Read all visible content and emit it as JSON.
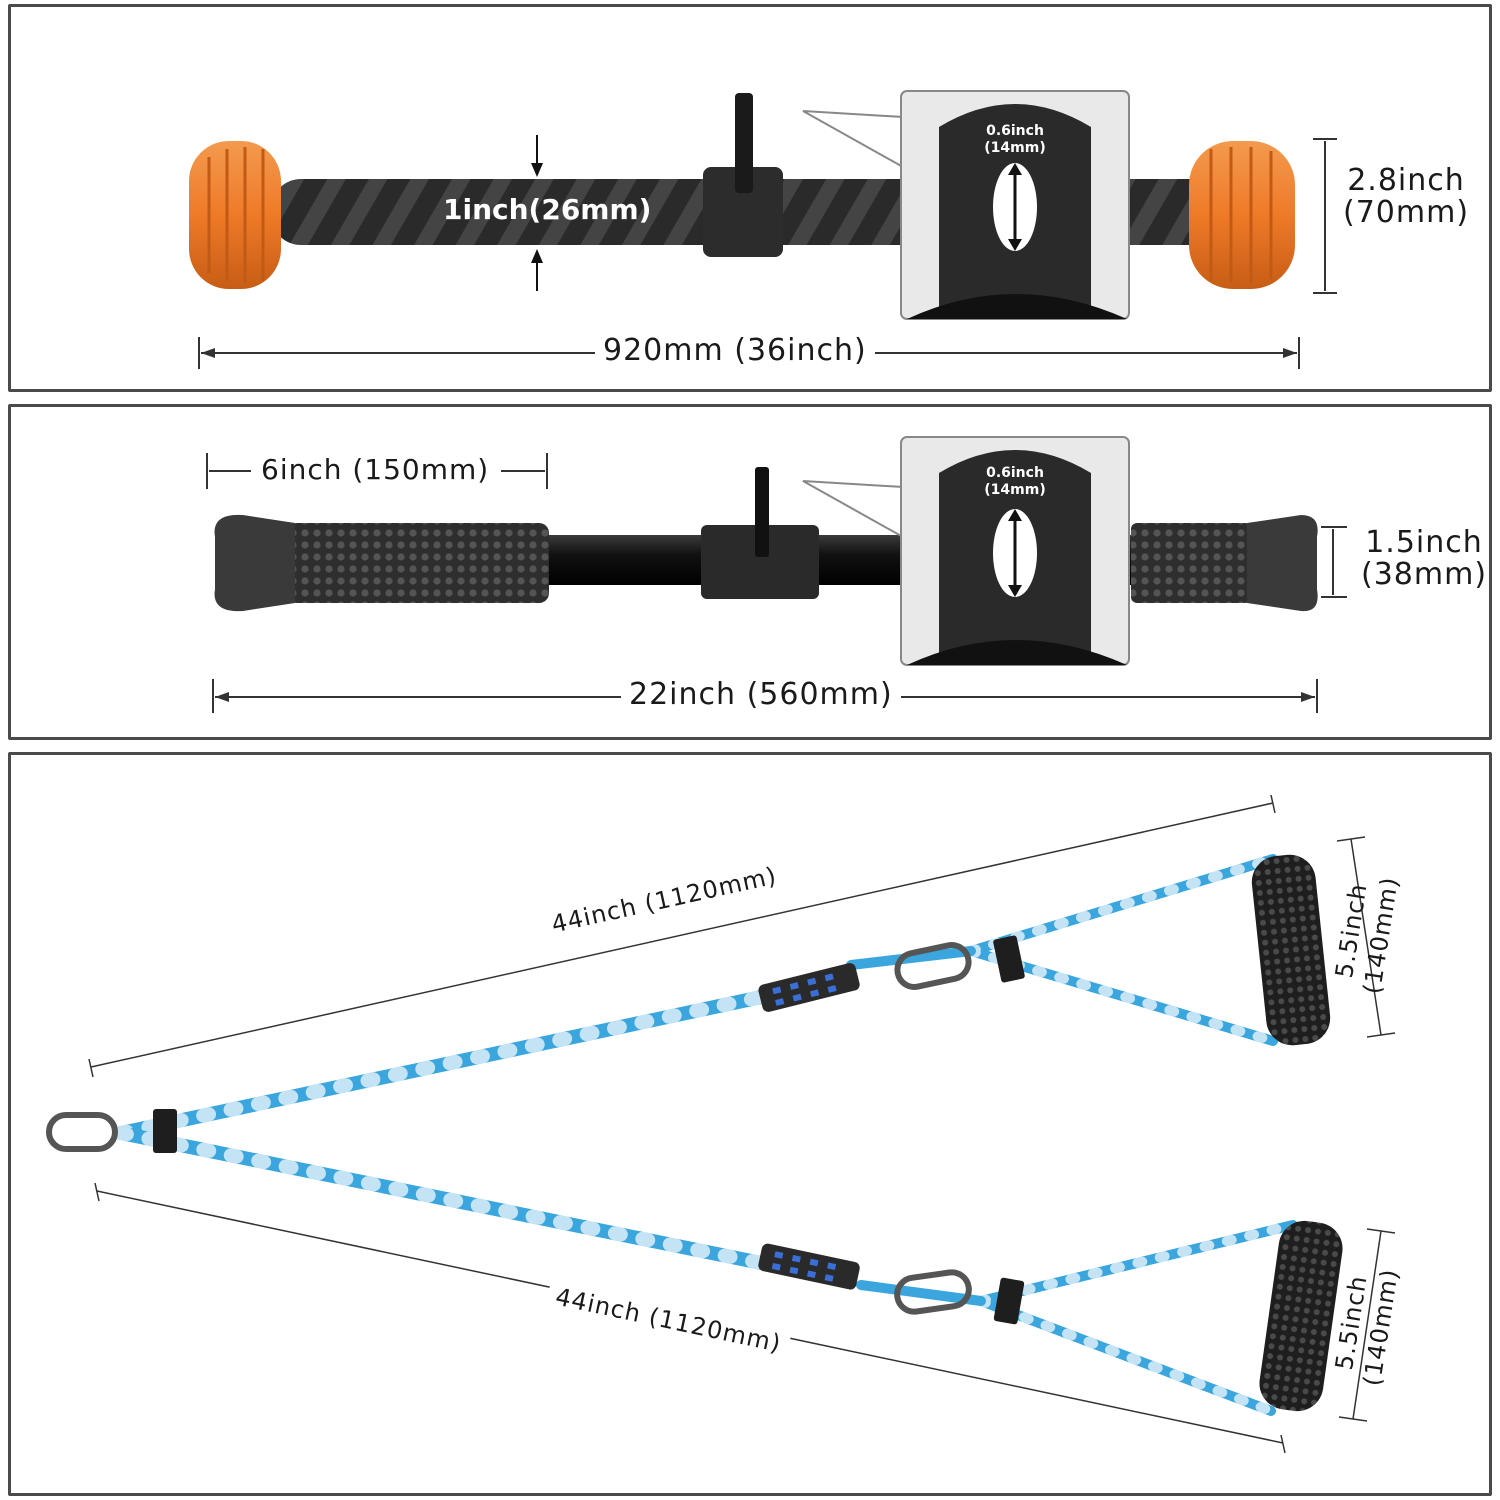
{
  "tricep_rope": {
    "rope_diameter": "1inch(26mm)",
    "eye_hole_inch": "0.6inch",
    "eye_hole_mm": "(14mm)",
    "end_cap_inch": "2.8inch",
    "end_cap_mm": "(70mm)",
    "total_length": "920mm (36inch)",
    "colors": {
      "rope": "#2b2b2b",
      "end_cap": "#f07a2a"
    }
  },
  "v_bar": {
    "grip_length": "6inch (150mm)",
    "eye_hole_inch": "0.6inch",
    "eye_hole_mm": "(14mm)",
    "grip_inch": "1.5inch",
    "grip_mm": "(38mm)",
    "total_length": "22inch (560mm)",
    "colors": {
      "bar": "#1c1c1c",
      "grip": "#3a3a3a"
    }
  },
  "handles": {
    "upper_length": "44inch (1120mm)",
    "lower_length": "44inch (1120mm)",
    "upper_handle_inch": "5.5inch",
    "upper_handle_mm": "(140mm)",
    "lower_handle_inch": "5.5inch",
    "lower_handle_mm": "(140mm)",
    "colors": {
      "rope": "#3aa6dd",
      "handle": "#222222"
    }
  }
}
